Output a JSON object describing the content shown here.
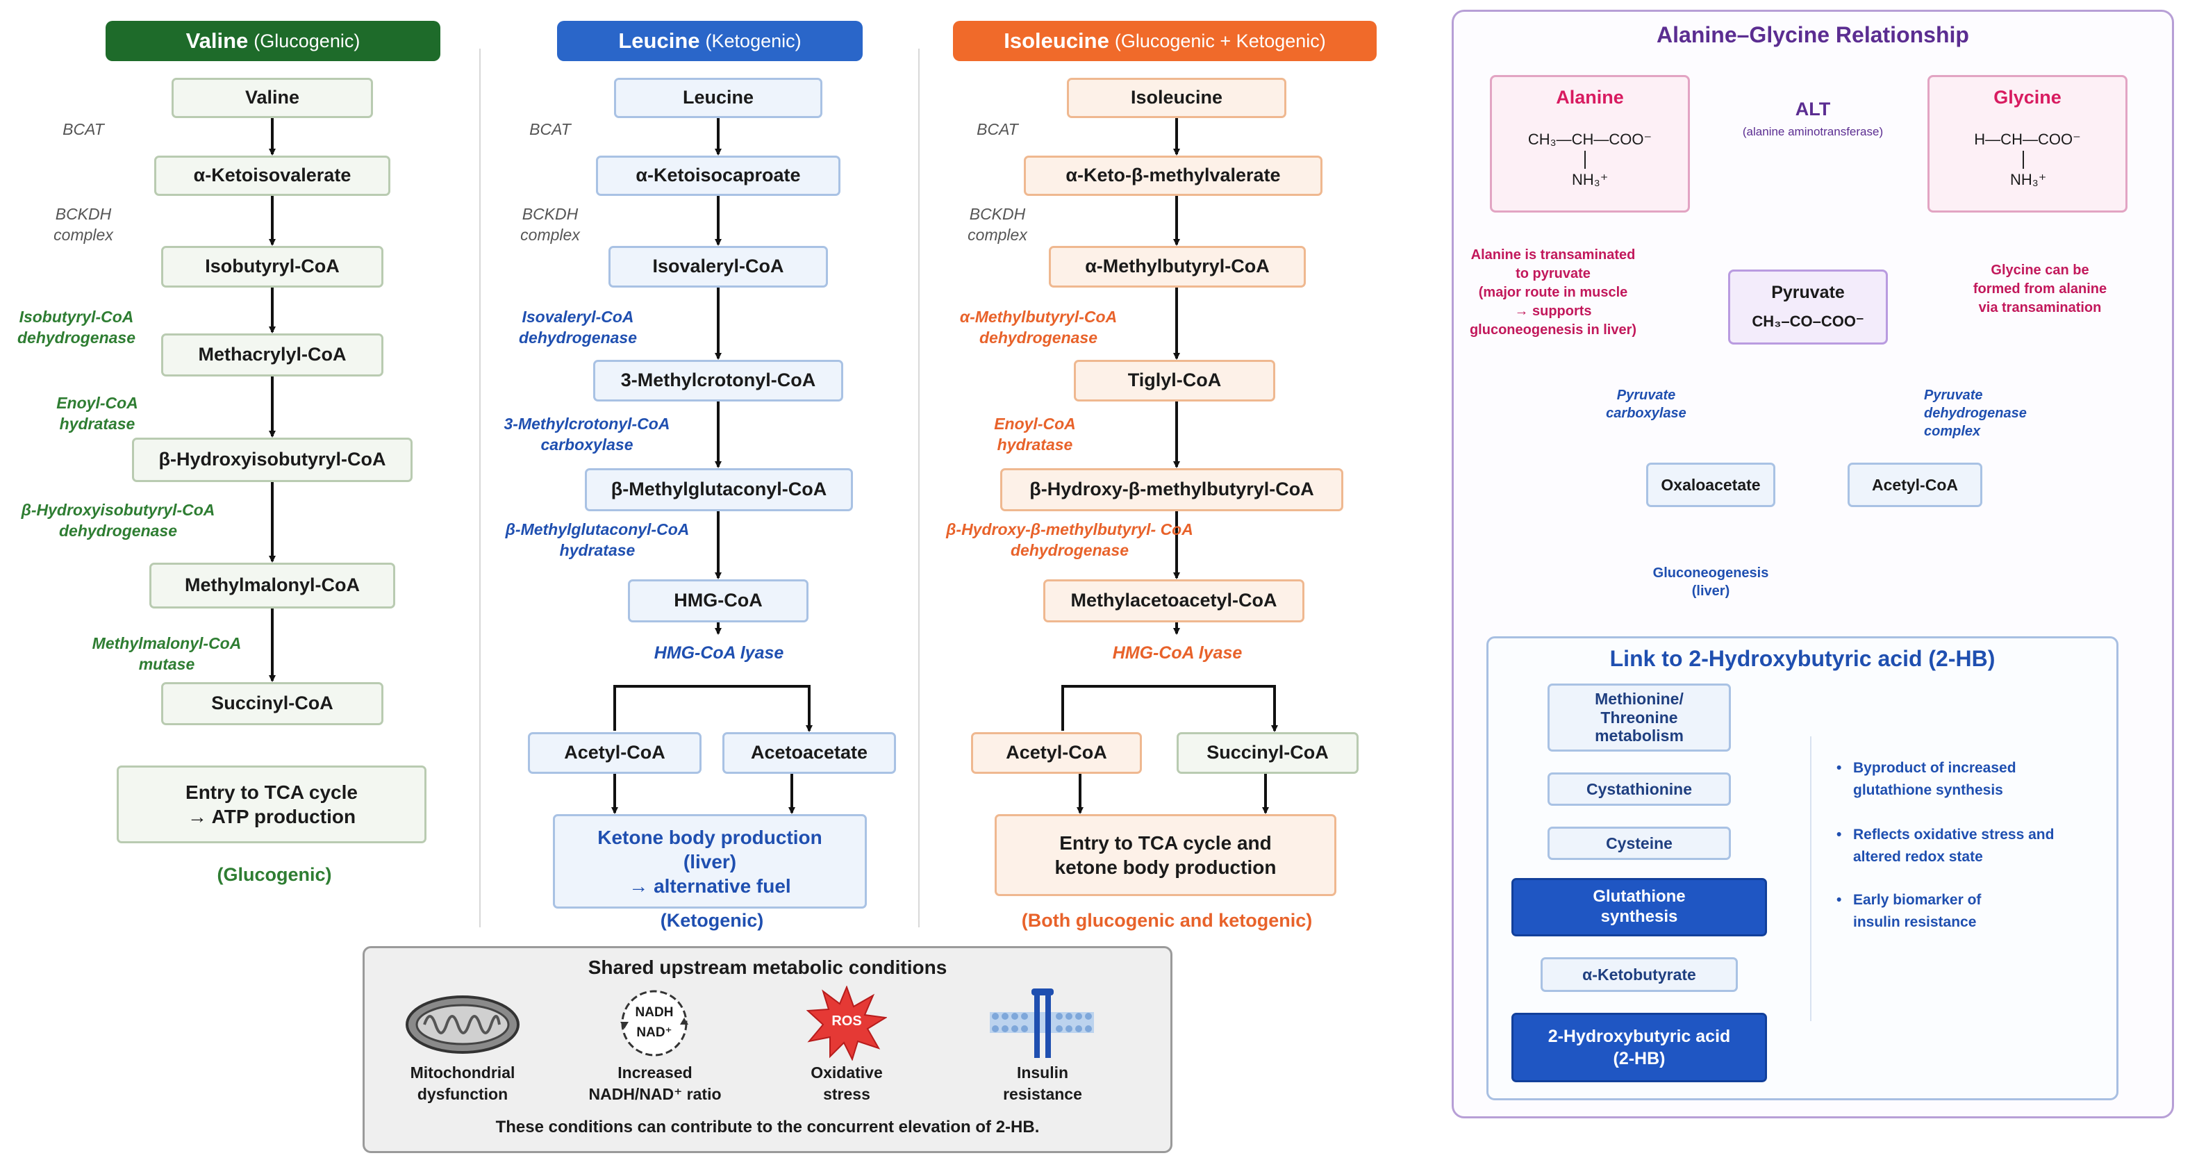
{
  "valine": {
    "header_main": "Valine",
    "header_sub": "(Glucogenic)",
    "color": "#1e6b2a",
    "nodes": [
      "Valine",
      "α-Ketoisovalerate",
      "Isobutyryl-CoA",
      "Methacrylyl-CoA",
      "β-Hydroxyisobutyryl-CoA",
      "Methylmalonyl-CoA",
      "Succinyl-CoA"
    ],
    "enzymes": [
      "BCAT",
      "BCKDH\ncomplex",
      "Isobutyryl-CoA\ndehydrogenase",
      "Enoyl-CoA\nhydratase",
      "β-Hydroxyisobutyryl-CoA\ndehydrogenase",
      "Methylmalonyl-CoA\nmutase"
    ],
    "outcome": "Entry to TCA cycle\n→ ATP production",
    "footer": "(Glucogenic)"
  },
  "leucine": {
    "header_main": "Leucine",
    "header_sub": "(Ketogenic)",
    "color": "#2a66c9",
    "nodes": [
      "Leucine",
      "α-Ketoisocaproate",
      "Isovaleryl-CoA",
      "3-Methylcrotonyl-CoA",
      "β-Methylglutaconyl-CoA",
      "HMG-CoA"
    ],
    "enzymes": [
      "BCAT",
      "BCKDH\ncomplex",
      "Isovaleryl-CoA\ndehydrogenase",
      "3-Methylcrotonyl-CoA\ncarboxylase",
      "β-Methylglutaconyl-CoA\nhydratase"
    ],
    "lyase": "HMG-CoA lyase",
    "products": [
      "Acetyl-CoA",
      "Acetoacetate"
    ],
    "outcome": "Ketone body production\n(liver)\n→ alternative fuel",
    "footer": "(Ketogenic)"
  },
  "isoleucine": {
    "header_main": "Isoleucine",
    "header_sub": "(Glucogenic + Ketogenic)",
    "color": "#f06a2a",
    "nodes": [
      "Isoleucine",
      "α-Keto-β-methylvalerate",
      "α-Methylbutyryl-CoA",
      "Tiglyl-CoA",
      "β-Hydroxy-β-methylbutyryl-CoA",
      "Methylacetoacetyl-CoA"
    ],
    "enzymes": [
      "BCAT",
      "BCKDH\ncomplex",
      "α-Methylbutyryl-CoA\ndehydrogenase",
      "Enoyl-CoA\nhydratase",
      "β-Hydroxy-β-methylbutyryl- CoA\ndehydrogenase"
    ],
    "lyase": "HMG-CoA lyase",
    "products": [
      "Acetyl-CoA",
      "Succinyl-CoA"
    ],
    "outcome": "Entry to TCA cycle and\nketone body production",
    "footer": "(Both glucogenic and ketogenic)"
  },
  "shared": {
    "title": "Shared upstream metabolic conditions",
    "items": [
      {
        "label": "Mitochondrial\ndysfunction",
        "icon": "mitochondria-icon"
      },
      {
        "label": "Increased\nNADH/NAD⁺ ratio",
        "icon": "nadh-cycle-icon",
        "icon_text_top": "NADH",
        "icon_text_bottom": "NAD⁺"
      },
      {
        "label": "Oxidative\nstress",
        "icon": "ros-burst-icon",
        "icon_text": "ROS"
      },
      {
        "label": "Insulin\nresistance",
        "icon": "insulin-receptor-icon"
      }
    ],
    "note": "These conditions can contribute to the concurrent elevation of 2-HB."
  },
  "alanine_glycine": {
    "title": "Alanine–Glycine Relationship",
    "alanine": {
      "name": "Alanine",
      "formula_top": "CH₃—CH—COO⁻",
      "formula_bottom": "NH₃⁺"
    },
    "glycine": {
      "name": "Glycine",
      "formula_top": "H—CH—COO⁻",
      "formula_bottom": "NH₃⁺"
    },
    "alt_label": "ALT",
    "alt_sub": "(alanine aminotransferase)",
    "pyruvate": {
      "name": "Pyruvate",
      "formula": "CH₃–CO–COO⁻"
    },
    "left_note": "Alanine is transaminated\nto pyruvate\n(major route in muscle\n→ supports\ngluconeogenesis in liver)",
    "right_note": "Glycine can be\nformed from alanine\nvia transamination",
    "pc_label": "Pyruvate\ncarboxylase",
    "pdh_label": "Pyruvate\ndehydrogenase\ncomplex",
    "oaa": "Oxaloacetate",
    "acetyl": "Acetyl-CoA",
    "gluconeo": "Gluconeogenesis\n(liver)"
  },
  "hb_link": {
    "title": "Link to 2-Hydroxybutyric acid (2-HB)",
    "steps": [
      "Methionine/\nThreonine\nmetabolism",
      "Cystathionine",
      "Cysteine",
      "Glutathione\nsynthesis",
      "α-Ketobutyrate",
      "2-Hydroxybutyric acid\n(2-HB)"
    ],
    "bullets": [
      "Byproduct of increased\nglutathione synthesis",
      "Reflects oxidative stress and\naltered redox state",
      "Early biomarker of\ninsulin resistance"
    ],
    "bullet_color": "#1f4fb0"
  }
}
